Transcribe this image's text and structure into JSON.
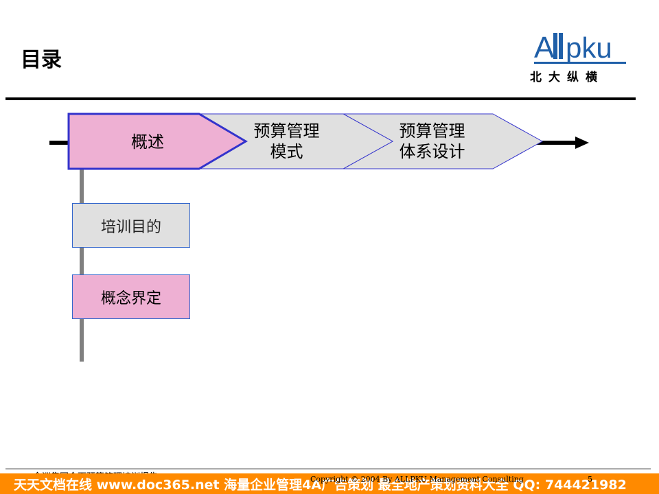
{
  "slide": {
    "title": "目录",
    "page_number": "5"
  },
  "logo": {
    "brand": "ALLPKU",
    "subtitle": "北大纵横",
    "color": "#1f5fa8"
  },
  "flow": {
    "stages": [
      {
        "label_line1": "概述",
        "label_line2": "",
        "active": true
      },
      {
        "label_line1": "预算管理",
        "label_line2": "模式",
        "active": false
      },
      {
        "label_line1": "预算管理",
        "label_line2": "体系设计",
        "active": false
      }
    ],
    "active_color": "#eeb0d3",
    "inactive_color": "#e0e0e0",
    "border_color": "#3333cc"
  },
  "subitems": [
    {
      "label": "培训目的",
      "style": "gray"
    },
    {
      "label": "概念界定",
      "style": "pink"
    }
  ],
  "footer": {
    "left_text": "全洲集团全面预算管理培训报告",
    "copyright": "Copyright © 2004 By ALLPKU Management Consulting"
  },
  "banner": {
    "text": "天天文档在线 www.doc365.net 海量企业管理4A广告策划 最全地产策划资料大全 QQ: 744421982",
    "color": "#ff8a00"
  }
}
